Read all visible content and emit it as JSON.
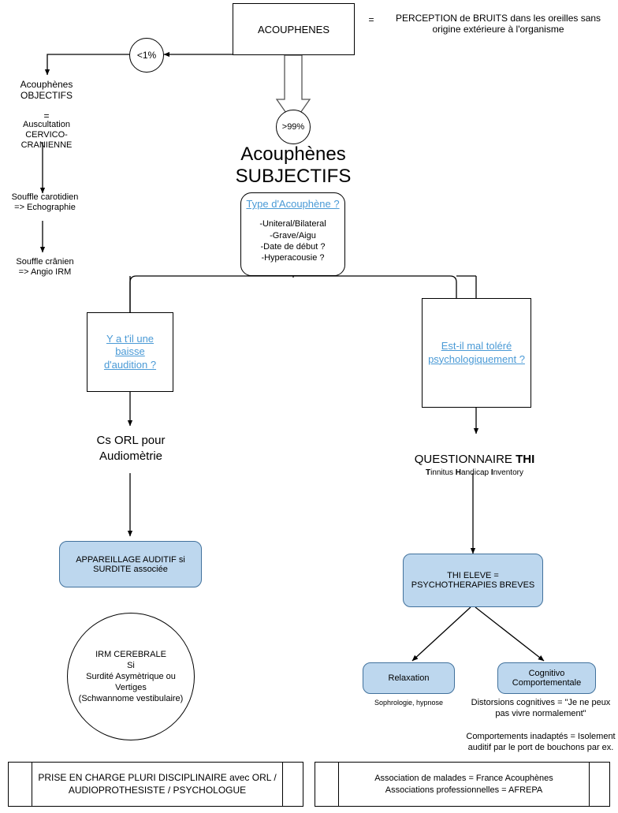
{
  "diagram": {
    "title": "Acouphenes - arbre decisionnel",
    "colors": {
      "link_blue": "#4a9ad6",
      "box_fill_blue": "#bdd7ee",
      "box_border_blue": "#41719c",
      "stroke_black": "#000000",
      "background": "#ffffff"
    },
    "root": {
      "label": "ACOUPHENES",
      "definition_equals": "=",
      "definition": "PERCEPTION de BRUITS dans les oreilles sans origine extérieure à l'organisme"
    },
    "branch_objective": {
      "probability": "<1%",
      "heading": "Acouphènes\nOBJECTIFS",
      "equals": "=",
      "exam": "Auscultation\nCERVICO-\nCRANIENNE",
      "step1": "Souffle carotidien\n=> Echographie",
      "step2": "Souffle crânien\n=> Angio IRM"
    },
    "branch_subjective": {
      "probability": ">99%",
      "heading_line1": "Acouphènes",
      "heading_line2": "SUBJECTIFS",
      "type_box": {
        "link": "Type d'Acouphène ?",
        "items": [
          "-Uniteral/Bilateral",
          "-Grave/Aigu",
          "-Date de début ?",
          "-Hyperacousie ?"
        ]
      }
    },
    "left_path": {
      "question": "Y a t'il une\nbaisse\nd'audition ?",
      "action": "Cs ORL pour\nAudiomètrie",
      "outcome": "APPAREILLAGE AUDITIF si\nSURDITE associée",
      "mri_circle": "IRM CEREBRALE\nSi\nSurdité Asymètrique ou\nVertiges\n(Schwannome vestibulaire)"
    },
    "right_path": {
      "question": "Est-il mal toléré\npsychologiquement ?",
      "questionnaire_main": "QUESTIONNAIRE ",
      "questionnaire_acronym": "THI",
      "questionnaire_expansion": [
        {
          "bold": "T",
          "rest": "innitus "
        },
        {
          "bold": "H",
          "rest": "andicap "
        },
        {
          "bold": "I",
          "rest": "nventory"
        }
      ],
      "questionnaire_expansion_plain": "Tinnitus Handicap Inventory",
      "outcome": "THI ELEVE =\nPSYCHOTHERAPIES BREVES",
      "therapy_left": {
        "label": "Relaxation",
        "note": "Sophrologie, hypnose"
      },
      "therapy_right": {
        "label": "Cognitivo\nComportementale",
        "note": "Distorsions cognitives = \"Je ne peux pas vivre normalement\"\n\nComportements inadaptés = Isolement auditif par le port de bouchons par ex."
      }
    },
    "footer": {
      "left": "PRISE EN CHARGE PLURI DISCIPLINAIRE avec ORL / AUDIOPROTHESISTE / PSYCHOLOGUE",
      "right": "Association de malades = France Acouphènes\nAssociations professionnelles = AFREPA"
    }
  }
}
